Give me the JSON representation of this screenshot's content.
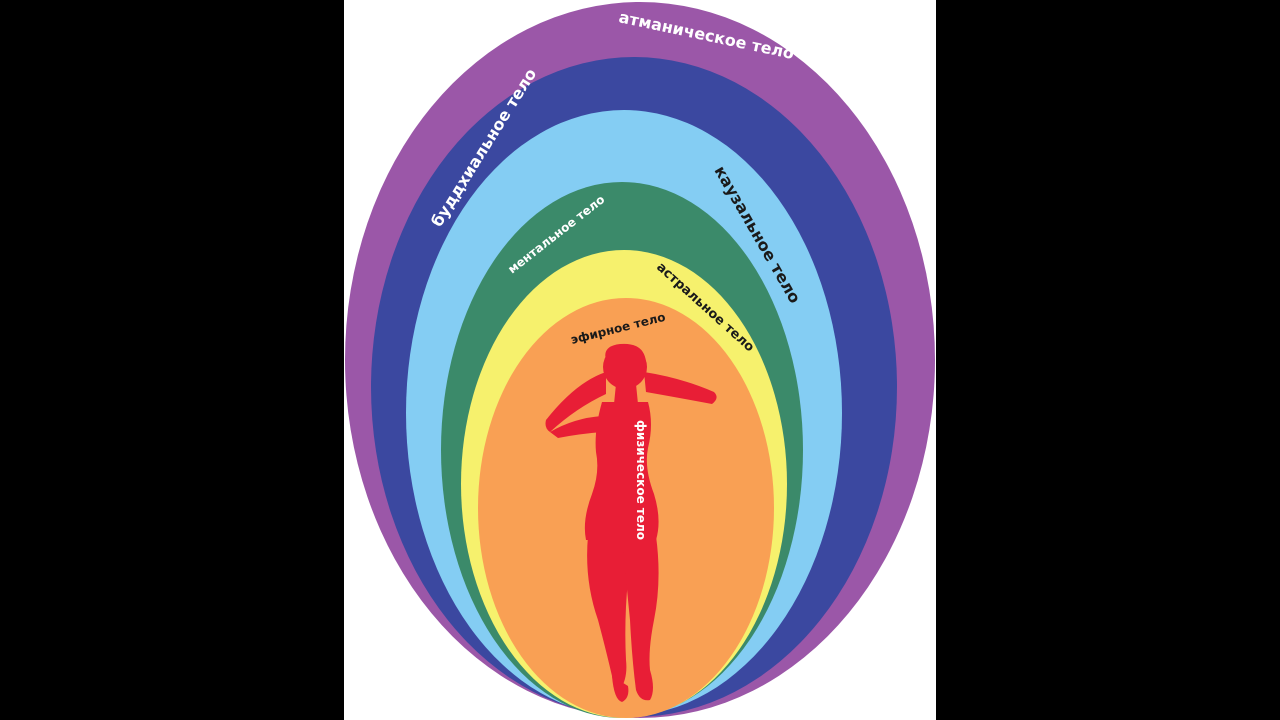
{
  "colors": {
    "frame": "#000000",
    "panel": "#ffffff",
    "atmanic": "#9b57a8",
    "buddhic": "#3b48a0",
    "causal": "#84cdf3",
    "mental": "#3b8a6a",
    "astral": "#f6f16d",
    "etheric": "#f9a054",
    "physical": "#e81e36",
    "label_light": "#ffffff",
    "label_dark": "#1a1a1a"
  },
  "layers": {
    "atmanic": {
      "label": "атманическое тело"
    },
    "buddhic": {
      "label": "буддхиальное тело"
    },
    "causal": {
      "label": "каузальное тело"
    },
    "mental": {
      "label": "ментальное тело"
    },
    "astral": {
      "label": "астральное тело"
    },
    "etheric": {
      "label": "эфирное тело"
    },
    "physical": {
      "label": "физическое тело"
    }
  },
  "figure": {
    "icon": "woman-silhouette-icon"
  }
}
